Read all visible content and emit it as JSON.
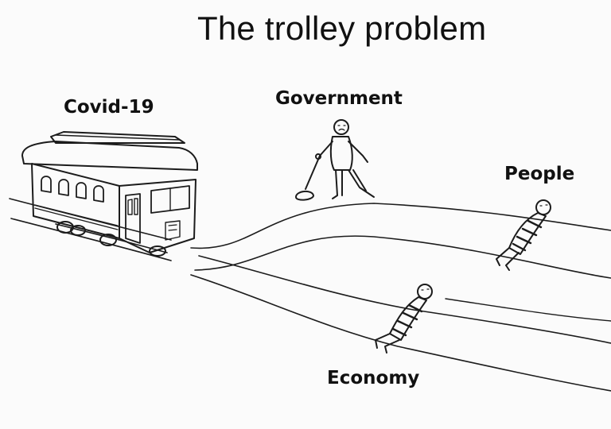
{
  "title": "The trolley problem",
  "labels": {
    "trolley": "Covid-19",
    "lever_person": "Government",
    "upper_track_person": "People",
    "lower_track_person": "Economy"
  }
}
